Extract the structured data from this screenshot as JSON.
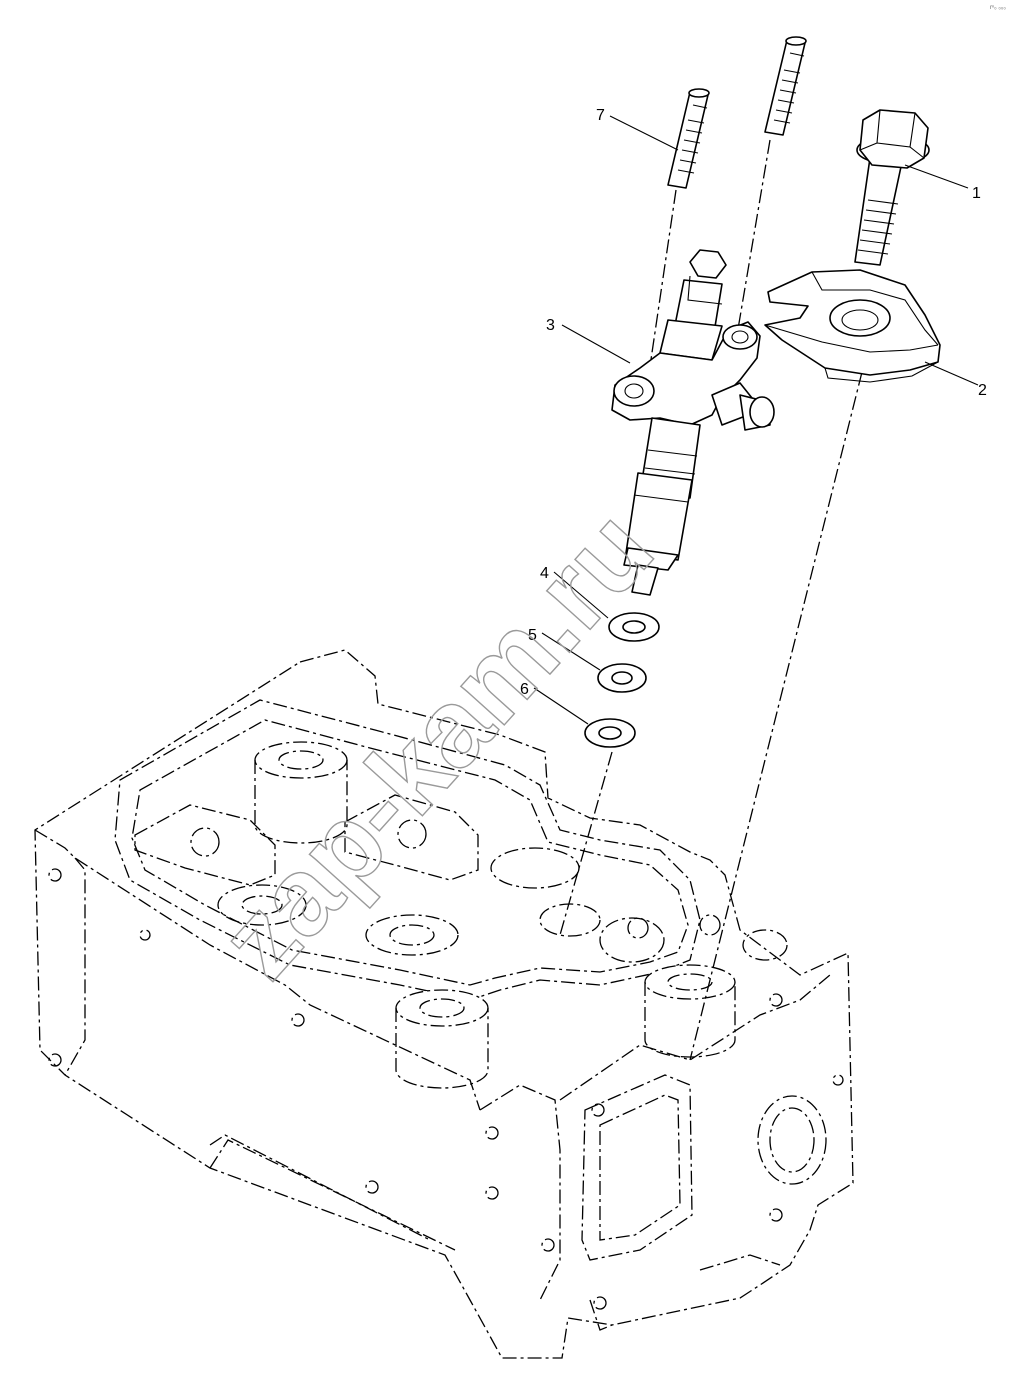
{
  "diagram": {
    "callouts": [
      {
        "id": "1",
        "text": "1"
      },
      {
        "id": "2",
        "text": "2"
      },
      {
        "id": "3",
        "text": "3"
      },
      {
        "id": "4",
        "text": "4"
      },
      {
        "id": "5",
        "text": "5"
      },
      {
        "id": "6",
        "text": "6"
      },
      {
        "id": "7",
        "text": "7"
      }
    ],
    "watermark": "zap-kam.ru",
    "corner_mark": "rⁿ₀ ₀₀₀"
  },
  "colors": {
    "line": "#000000",
    "background": "#ffffff",
    "watermark": "#9a9a9a"
  }
}
